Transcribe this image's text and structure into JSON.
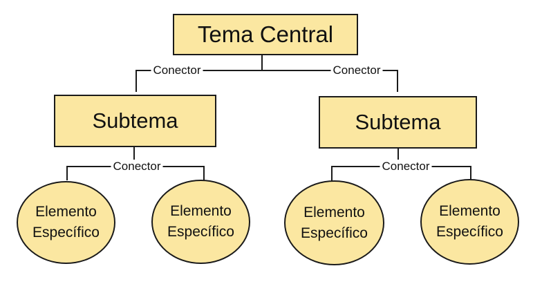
{
  "diagram": {
    "central": {
      "label": "Tema Central"
    },
    "top_connectors": {
      "left": "Conector",
      "right": "Conector"
    },
    "subtopics": [
      {
        "label": "Subtema",
        "connector": "Conector",
        "elements": [
          {
            "line1": "Elemento",
            "line2": "Específico"
          },
          {
            "line1": "Elemento",
            "line2": "Específico"
          }
        ]
      },
      {
        "label": "Subtema",
        "connector": "Conector",
        "elements": [
          {
            "line1": "Elemento",
            "line2": "Específico"
          },
          {
            "line1": "Elemento",
            "line2": "Específico"
          }
        ]
      }
    ]
  },
  "colors": {
    "fill": "#fbe7a1",
    "stroke": "#1a1a1a",
    "background": "#ffffff"
  }
}
